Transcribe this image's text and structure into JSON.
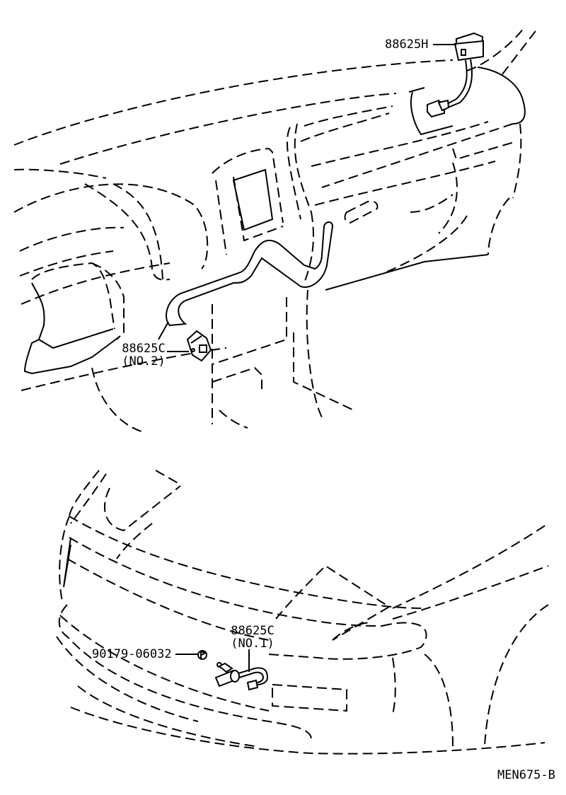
{
  "diagram": {
    "drawing_id": "MEN675-B",
    "views": [
      {
        "name": "instrument-panel-view"
      },
      {
        "name": "front-bumper-view"
      }
    ],
    "callouts": [
      {
        "part_number": "88625H",
        "sub": ""
      },
      {
        "part_number": "88625C",
        "sub": "(NO.2)"
      },
      {
        "part_number": "88625C",
        "sub": "(NO.1)"
      },
      {
        "part_number": "90179-06032",
        "sub": ""
      }
    ]
  }
}
